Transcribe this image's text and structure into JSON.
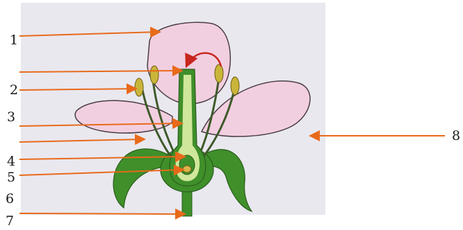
{
  "labels": {
    "l1": "1",
    "l2": "2",
    "l3": "3",
    "l4": "4",
    "l5": "5",
    "l6": "6",
    "l7": "7",
    "l8": "8"
  },
  "colors": {
    "background": "#e8e8ee",
    "petal": "#f2cfe0",
    "petal_edge": "#4a3d44",
    "stem_green": "#3f8f2a",
    "pistil_light": "#cfe79a",
    "anther": "#c9b53a",
    "arrow_orange": "#e86a1a",
    "arrow_red": "#c8261e"
  }
}
